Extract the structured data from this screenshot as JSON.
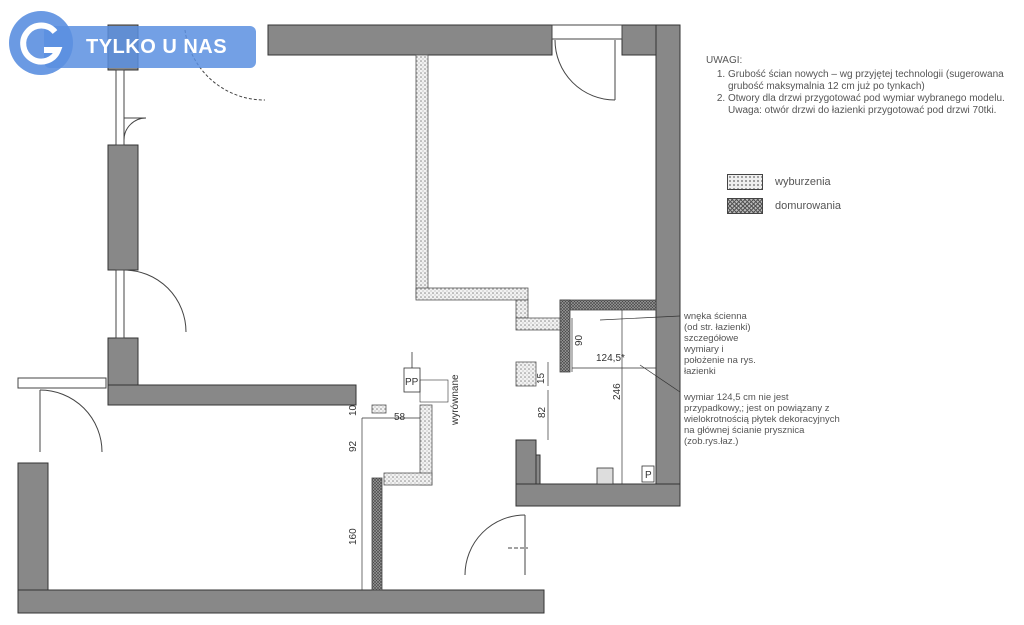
{
  "logo": {
    "text": "TYLKO U NAS",
    "color": "#5b8fe0"
  },
  "notes": {
    "heading": "UWAGI:",
    "items": [
      "Grubość ścian nowych – wg przyjętej technologii (sugerowana grubość maksymalnia 12 cm już po tynkach)",
      "Otwory dla drzwi przygotować pod wymiar wybranego modelu. Uwaga: otwór drzwi do łazienki przygotować pod drzwi 70tki."
    ]
  },
  "legend": {
    "demolition": "wyburzenia",
    "new_walls": "domurowania"
  },
  "callouts": {
    "niche": "wnęka ścienna\n(od str. łazienki)\nszczegółowe\nwymiary i\npołożenie na rys.\nłazienki",
    "dimension_note": "wymiar 124,5 cm nie jest\nprzypadkowy,; jest on powiązany z\nwielokrotnością płytek dekoracyjnych\nna głównej ścianie prysznica\n(zob.rys.łaz.)"
  },
  "plan_labels": {
    "leveled": "wyrównane",
    "dim_90": "90",
    "dim_1245": "124,5*",
    "dim_15": "15",
    "dim_82": "82",
    "dim_246": "246",
    "dim_10": "10",
    "dim_58": "58",
    "dim_92": "92",
    "dim_160": "160",
    "pp": "PP",
    "p": "P"
  },
  "colors": {
    "wall": "#888888",
    "wall_stroke": "#333333"
  }
}
